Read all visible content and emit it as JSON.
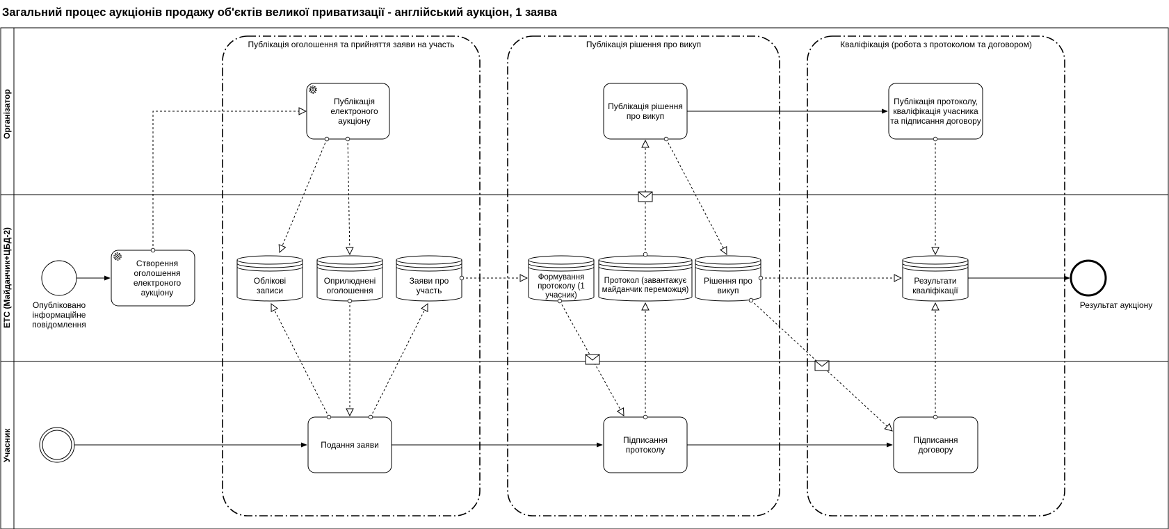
{
  "title": "Загальний процес аукціонів продажу об'єктів великої приватизації - англійський аукціон, 1 заява",
  "lanes": {
    "organizer": "Організатор",
    "ets": "ЕТС (Майданчик+ЦБД-2)",
    "participant": "Учасник"
  },
  "groups": {
    "publication": "Публікація оголошення та прийняття заяви на участь",
    "buyout": "Публікація рішення про викуп",
    "qualification": "Кваліфікація (робота з протоколом та договором)"
  },
  "tasks": {
    "create_announcement": "Створення оголошення електроного аукціону",
    "publish_auction": "Публікація електроного аукціону",
    "publish_decision": "Публікація рішення про викуп",
    "publish_protocol": "Публікація протоколу, кваліфікація учасника та підписання договору",
    "submit_application": "Подання заяви",
    "sign_protocol": "Підписання протоколу",
    "sign_contract": "Підписання договору"
  },
  "data_stores": {
    "accounts": "Облікові записи",
    "published": "Оприлюднені оголошення",
    "applications": "Заяви про участь",
    "protocol_forming": "Формування протоколу (1 учасник)",
    "protocol_upload": "Протокол (завантажує майданчик переможця)",
    "buyout_decision": "Рішення про викуп",
    "qualification_results": "Результати кваліфікації"
  },
  "events": {
    "start_published": "Опубліковано інформаційне повідомлення",
    "end_result": "Результат аукціону"
  },
  "icons": {
    "service_task": "gear-icon",
    "message": "envelope-icon"
  }
}
